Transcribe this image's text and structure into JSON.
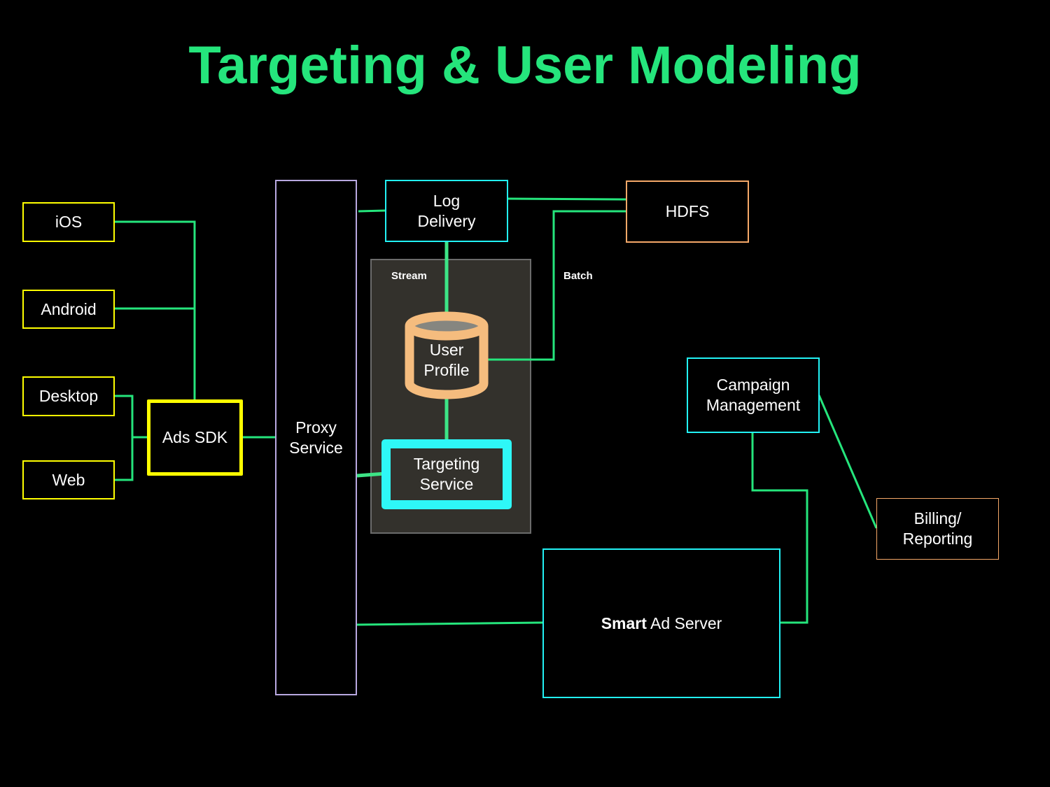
{
  "title": "Targeting & User Modeling",
  "colors": {
    "connector": "#25e57c",
    "client_border": "#ffff00",
    "service_border": "#22f2f5",
    "storage_border": "#f5a868",
    "proxy_border": "#b8a8e0",
    "panel_fill": "#33312c"
  },
  "clients": [
    {
      "id": "ios",
      "label": "iOS"
    },
    {
      "id": "android",
      "label": "Android"
    },
    {
      "id": "desktop",
      "label": "Desktop"
    },
    {
      "id": "web",
      "label": "Web"
    }
  ],
  "nodes": {
    "ads_sdk": "Ads SDK",
    "proxy_service": "Proxy\nService",
    "log_delivery": "Log\nDelivery",
    "hdfs": "HDFS",
    "user_profile": "User\nProfile",
    "targeting_service": "Targeting\nService",
    "campaign_management": "Campaign\nManagement",
    "billing_reporting": "Billing/\nReporting",
    "smart_ad_server_bold": "Smart",
    "smart_ad_server_rest": " Ad Server"
  },
  "labels": {
    "stream": "Stream",
    "batch": "Batch"
  },
  "edges": [
    [
      "iOS",
      "Ads SDK"
    ],
    [
      "Android",
      "Ads SDK"
    ],
    [
      "Desktop",
      "Ads SDK"
    ],
    [
      "Web",
      "Ads SDK"
    ],
    [
      "Ads SDK",
      "Proxy Service"
    ],
    [
      "Proxy Service",
      "Log Delivery"
    ],
    [
      "Log Delivery",
      "HDFS"
    ],
    [
      "Log Delivery",
      "User Profile"
    ],
    [
      "HDFS",
      "User Profile"
    ],
    [
      "User Profile",
      "Targeting Service"
    ],
    [
      "Proxy Service",
      "Targeting Service"
    ],
    [
      "Proxy Service",
      "Smart Ad Server"
    ],
    [
      "Campaign Management",
      "Smart Ad Server"
    ],
    [
      "Campaign Management",
      "Billing/Reporting"
    ]
  ]
}
